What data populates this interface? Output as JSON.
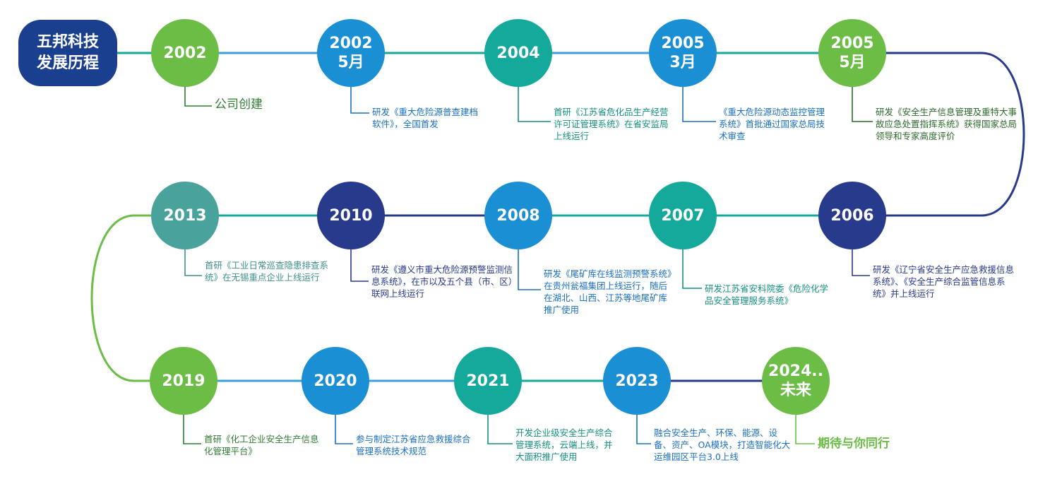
{
  "title": "五邦科技\n发展历程",
  "colors": {
    "green": "#6bbd45",
    "blue": "#1b8fd4",
    "teal": "#14a99b",
    "navy": "#283a8c",
    "slate_teal": "#4aa29c",
    "dark_green": "#3a8a3a",
    "link_blue": "#3b9fdc"
  },
  "milestones": [
    {
      "id": "n2002",
      "label": "2002",
      "color": "#6bbd45",
      "desc": "公司创建",
      "desc_color": "#2f7d32"
    },
    {
      "id": "n2002-5",
      "label": "2002\n5月",
      "color": "#1b8fd4",
      "desc": "研发《重大危险源普查建档软件》，全国首发",
      "desc_color": "#1b6fc0"
    },
    {
      "id": "n2004",
      "label": "2004",
      "color": "#14a99b",
      "desc": "首研《江苏省危化品生产经营许可证管理系统》在省安监局上线运行",
      "desc_color": "#14907f"
    },
    {
      "id": "n2005-3",
      "label": "2005\n3月",
      "color": "#1b8fd4",
      "desc": "《重大危险源动态监控管理系统》首批通过国家总局技术审查",
      "desc_color": "#1b6fc0"
    },
    {
      "id": "n2005-5",
      "label": "2005\n5月",
      "color": "#6bbd45",
      "desc": "研发《安全生产信息管理及重特大事故应急处置指挥系统》获得国家总局领导和专家高度评价",
      "desc_color": "#2a6a2a"
    },
    {
      "id": "n2006",
      "label": "2006",
      "color": "#283a8c",
      "desc": "研发《辽宁省安全生产应急救援信息系统》、《安全生产综合监管信息系统》并上线运行",
      "desc_color": "#283a8c"
    },
    {
      "id": "n2007",
      "label": "2007",
      "color": "#14a99b",
      "desc": "研发江苏省安科院委《危险化学品安全管理服务系统》",
      "desc_color": "#14907f"
    },
    {
      "id": "n2008",
      "label": "2008",
      "color": "#1b8fd4",
      "desc": "研发《尾矿库在线监测预警系统》在贵州瓮福集团上线运行，随后在湖北、山西、江苏等地尾矿库推广使用",
      "desc_color": "#1b6fc0"
    },
    {
      "id": "n2010",
      "label": "2010",
      "color": "#283a8c",
      "desc": "研发《遵义市重大危险源预警监测信息系统》，在市以及五个县（市、区）联网上线运行",
      "desc_color": "#283a8c"
    },
    {
      "id": "n2013",
      "label": "2013",
      "color": "#4aa29c",
      "desc": "首研《工业日常巡查隐患排查系统》在无锡重点企业上线运行",
      "desc_color": "#3d9088"
    },
    {
      "id": "n2019",
      "label": "2019",
      "color": "#6bbd45",
      "desc": "首研《化工企业安全生产信息化管理平台》",
      "desc_color": "#2f7d32"
    },
    {
      "id": "n2020",
      "label": "2020",
      "color": "#1b8fd4",
      "desc": "参与制定江苏省应急救援综合管理系统技术规范",
      "desc_color": "#1b6fc0"
    },
    {
      "id": "n2021",
      "label": "2021",
      "color": "#14a99b",
      "desc": "开发企业级安全生产综合管理系统，云端上线，并大面积推广使用",
      "desc_color": "#14907f"
    },
    {
      "id": "n2023",
      "label": "2023",
      "color": "#1b8fd4",
      "desc": "融合安全生产、环保、能源、设备、资产、OA模块，打造智能化大运维园区平台3.0上线",
      "desc_color": "#1b6fc0"
    },
    {
      "id": "n2024",
      "label": "2024..\n未来",
      "color": "#6bbd45",
      "desc": "期待与你同行",
      "desc_color": "#6bbd45"
    }
  ]
}
